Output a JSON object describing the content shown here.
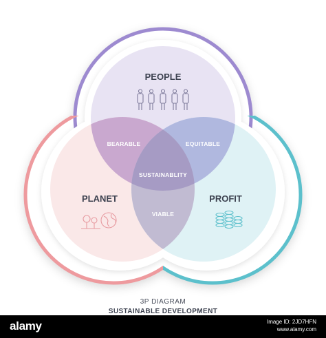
{
  "diagram": {
    "circles": {
      "people": {
        "label": "PEOPLE",
        "color": "#9d8ad0",
        "fill": "#e6e0f2"
      },
      "planet": {
        "label": "PLANET",
        "color": "#ee9a9e",
        "fill": "#fae6e6"
      },
      "profit": {
        "label": "PROFIT",
        "color": "#5cc0cc",
        "fill": "#dcf1f4"
      }
    },
    "overlaps": {
      "people_planet": "BEARABLE",
      "people_profit": "EQUITABLE",
      "planet_profit": "VIABLE",
      "center": "SUSTAINABLITY"
    },
    "icons": {
      "people": "people-group-icon",
      "planet": "trees-globe-icon",
      "profit": "coin-stack-icon"
    }
  },
  "caption": {
    "line1": "3P DIAGRAM",
    "line2": "SUSTAINABLE DEVELOPMENT"
  },
  "footer": {
    "logo": "alamy",
    "image_id_label": "Image ID: 2JD7HFN",
    "site": "www.alamy.com"
  }
}
